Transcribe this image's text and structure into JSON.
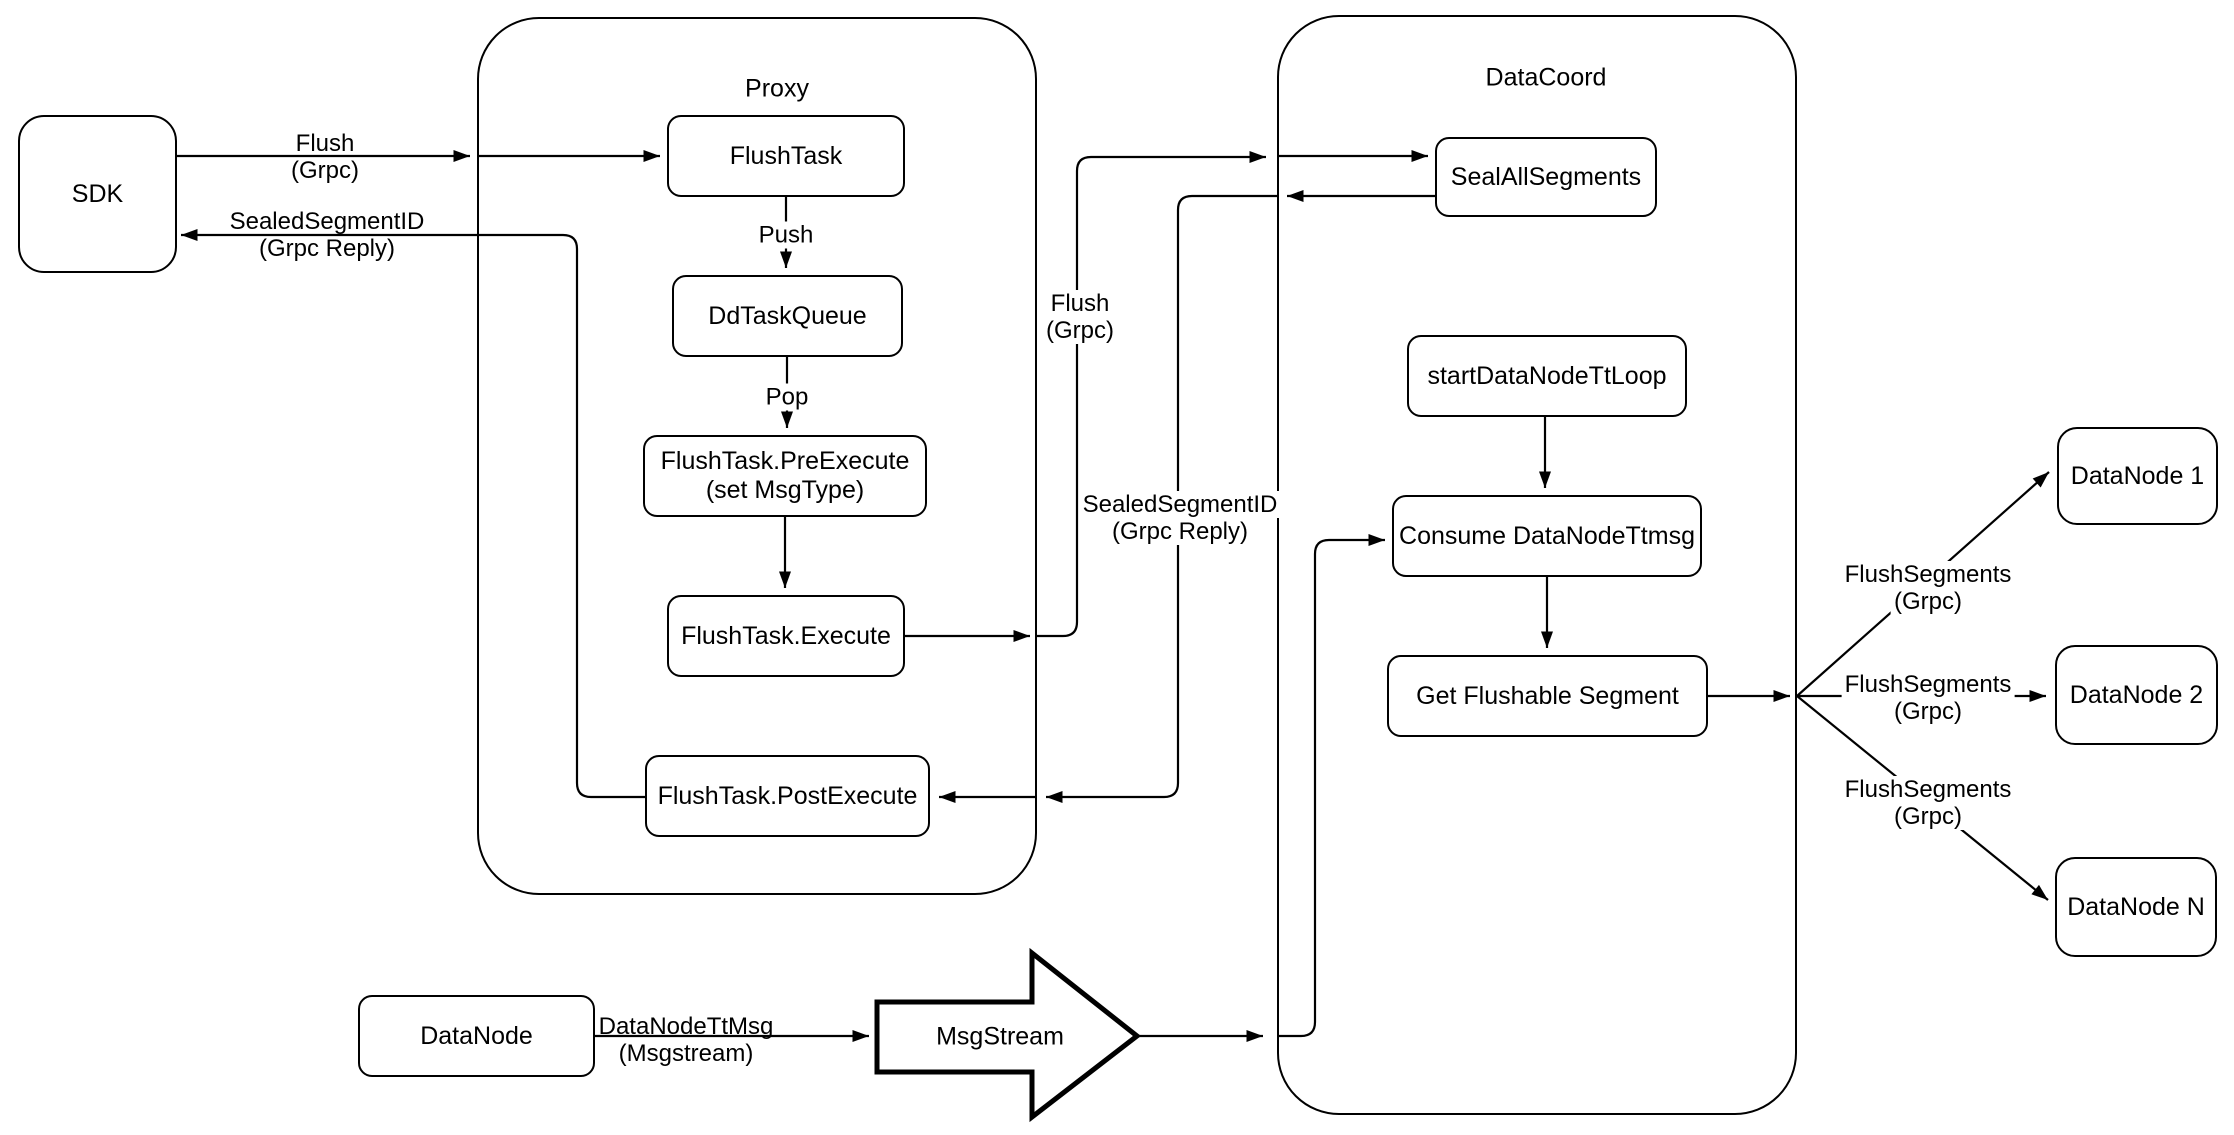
{
  "diagram": {
    "background_color": "#ffffff",
    "line_color": "#000000",
    "containers": {
      "proxy": {
        "label": "Proxy"
      },
      "datacoord": {
        "label": "DataCoord"
      }
    },
    "nodes": {
      "sdk": {
        "label": "SDK"
      },
      "flush_task": {
        "label": "FlushTask"
      },
      "dd_task_queue": {
        "label": "DdTaskQueue"
      },
      "pre_execute": {
        "label": "FlushTask.PreExecute",
        "label2": "(set MsgType)"
      },
      "execute": {
        "label": "FlushTask.Execute"
      },
      "post_execute": {
        "label": "FlushTask.PostExecute"
      },
      "seal_all_segments": {
        "label": "SealAllSegments"
      },
      "start_datanode_tt_loop": {
        "label": "startDataNodeTtLoop"
      },
      "consume_datanode_ttmsg": {
        "label": "Consume DataNodeTtmsg"
      },
      "get_flushable_segment": {
        "label": "Get Flushable Segment"
      },
      "datanode_1": {
        "label": "DataNode 1"
      },
      "datanode_2": {
        "label": "DataNode 2"
      },
      "datanode_n": {
        "label": "DataNode N"
      },
      "datanode": {
        "label": "DataNode"
      },
      "msgstream": {
        "label": "MsgStream"
      }
    },
    "edge_labels": {
      "flush_sdk": {
        "line1": "Flush",
        "line2": "(Grpc)"
      },
      "sealed_sdk": {
        "line1": "SealedSegmentID",
        "line2": "(Grpc Reply)"
      },
      "push": {
        "label": "Push"
      },
      "pop": {
        "label": "Pop"
      },
      "flush_mid": {
        "line1": "Flush",
        "line2": "(Grpc)"
      },
      "sealed_mid": {
        "line1": "SealedSegmentID",
        "line2": "(Grpc Reply)"
      },
      "flush_segments_1": {
        "line1": "FlushSegments",
        "line2": "(Grpc)"
      },
      "flush_segments_2": {
        "line1": "FlushSegments",
        "line2": "(Grpc)"
      },
      "flush_segments_n": {
        "line1": "FlushSegments",
        "line2": "(Grpc)"
      },
      "datanode_ttmsg": {
        "line1": "DataNodeTtMsg",
        "line2": "(Msgstream)"
      }
    }
  }
}
